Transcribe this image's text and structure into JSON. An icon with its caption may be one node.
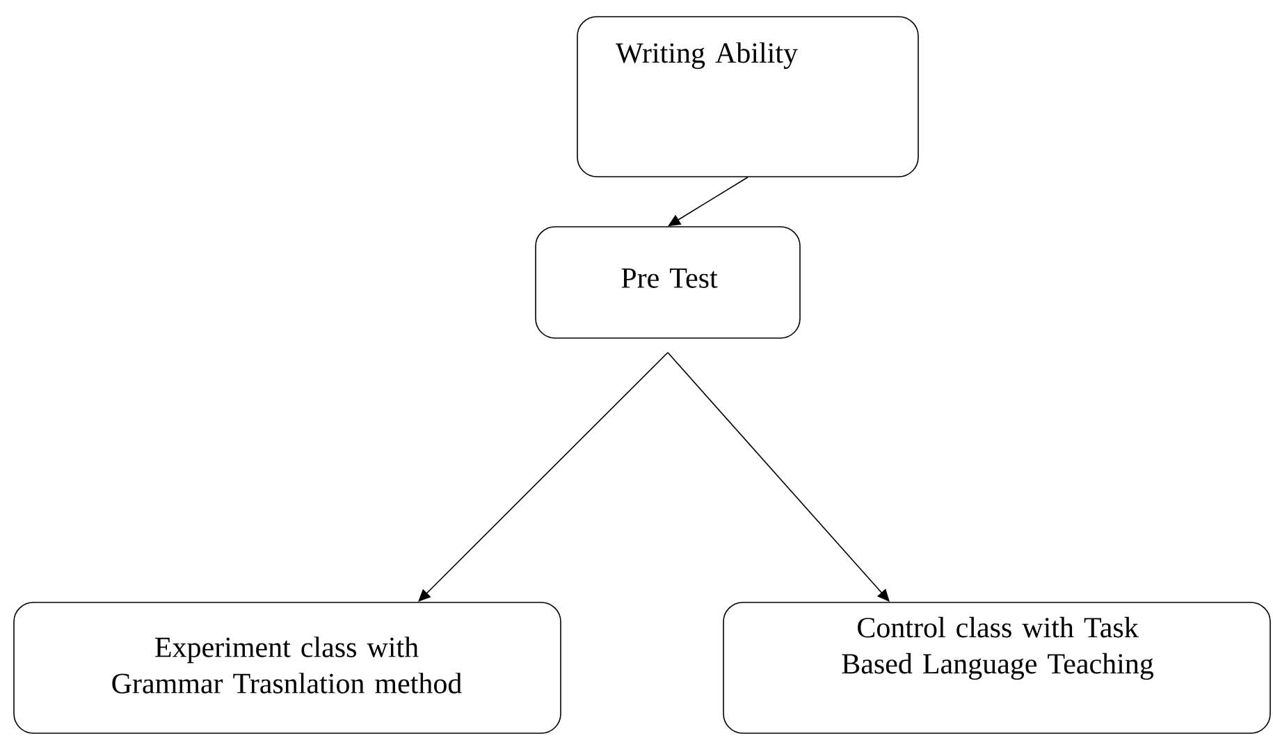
{
  "diagram": {
    "nodes": [
      {
        "text": [
          "Writing Ability"
        ]
      },
      {
        "text": [
          "Pre Test"
        ]
      },
      {
        "text": [
          "Experiment class with Grammar Trasnlation method"
        ]
      },
      {
        "text": [
          "Control  class with Task Based Language Teaching"
        ]
      }
    ],
    "edges": [
      {
        "from": 0,
        "to": 1,
        "arrow": "to"
      },
      {
        "from": 1,
        "to": 2,
        "arrow": "to"
      },
      {
        "from": 1,
        "to": 3,
        "arrow": "to"
      }
    ]
  }
}
